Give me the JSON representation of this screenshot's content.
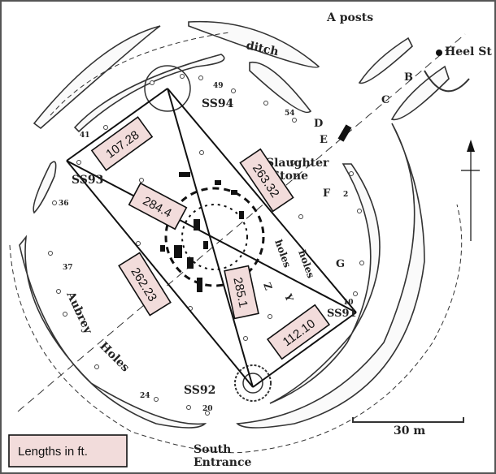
{
  "labels": {
    "a_posts": "A posts",
    "ditch": "ditch",
    "heel_stone": "Heel St",
    "b": "B",
    "c": "C",
    "d": "D",
    "e": "E",
    "f": "F",
    "g": "G",
    "ss94": "SS94",
    "ss93": "SS93",
    "ss91": "SS91",
    "ss92": "SS92",
    "slaughter_1": "Slaughter",
    "slaughter_2": "Stone",
    "aubrey": "Aubrey",
    "holes": "Holes",
    "z_letter": "Z",
    "z_holes": "holes",
    "y_letter": "Y",
    "y_holes": "holes",
    "south": "South",
    "entrance": "Entrance",
    "n49": "49",
    "n54": "54",
    "n41": "41",
    "n36": "36",
    "n37": "37",
    "n24": "24",
    "n20": "20",
    "n10": "10",
    "n2": "2"
  },
  "measurements": [
    {
      "id": "ss94-ss93",
      "value": "107.28"
    },
    {
      "id": "ss93-ss91",
      "value": "284.4"
    },
    {
      "id": "ss94-ss91",
      "value": "263.32"
    },
    {
      "id": "ss93-ss92",
      "value": "262.23"
    },
    {
      "id": "ss94-ss92",
      "value": "285.1"
    },
    {
      "id": "ss91-ss92",
      "value": "112.10"
    }
  ],
  "scale_bar": "30 m",
  "legend": "Lengths in ft.",
  "colors": {
    "box_fill": "#f2dcdb"
  }
}
